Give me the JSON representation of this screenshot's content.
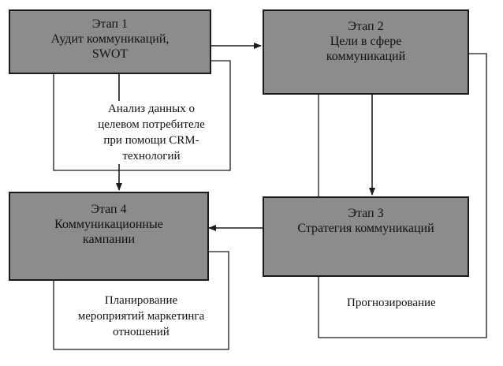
{
  "nodes": {
    "stage1": {
      "title": "Этап 1",
      "line1": "Аудит коммуникаций,",
      "line2": "SWOT"
    },
    "stage2": {
      "title": "Этап 2",
      "line1": "Цели в сфере",
      "line2": "коммуникаций"
    },
    "stage3": {
      "title": "Этап 3",
      "line1": "Стратегия коммуникаций"
    },
    "stage4": {
      "title": "Этап 4",
      "line1": "Коммуникационные",
      "line2": "кампании"
    }
  },
  "notes": {
    "analysis": [
      "Анализ данных о",
      "целевом потребителе",
      "при помощи CRM-",
      "технологий"
    ],
    "planning": [
      "Планирование",
      "мероприятий маркетинга",
      "отношений"
    ],
    "forecasting": [
      "Прогнозирование"
    ]
  },
  "colors": {
    "node_fill": "#8c8c8c",
    "line": "#1a1a1a",
    "background": "#ffffff"
  }
}
